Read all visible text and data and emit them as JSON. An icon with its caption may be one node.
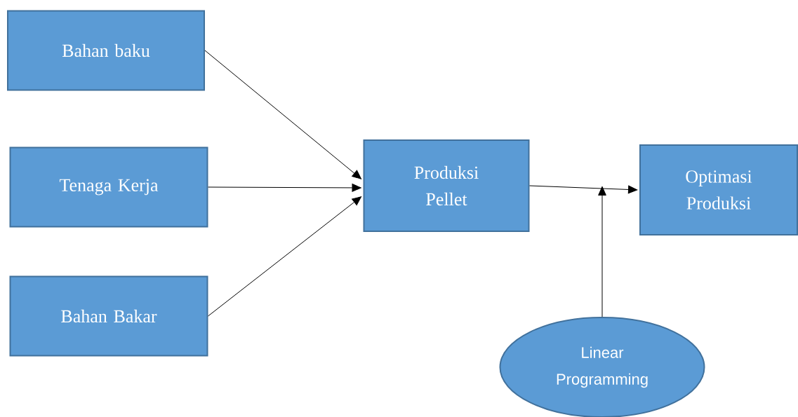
{
  "diagram": {
    "nodes": [
      {
        "text": [
          "Bahan baku"
        ]
      },
      {
        "text": [
          "Tenaga Kerja"
        ]
      },
      {
        "text": [
          "Bahan Bakar"
        ]
      },
      {
        "text": [
          "Produksi Pellet"
        ]
      },
      {
        "text": [
          "Optimasi Produksi"
        ]
      },
      {
        "text": [
          "Linear Programming"
        ]
      }
    ],
    "edges": [
      {
        "from": 0,
        "to": 3,
        "arrow": "to"
      },
      {
        "from": 1,
        "to": 3,
        "arrow": "to"
      },
      {
        "from": 2,
        "to": 3,
        "arrow": "to"
      },
      {
        "from": 3,
        "to": 4,
        "arrow": "to"
      },
      {
        "from": 5,
        "to": null,
        "arrow": "to"
      }
    ]
  }
}
